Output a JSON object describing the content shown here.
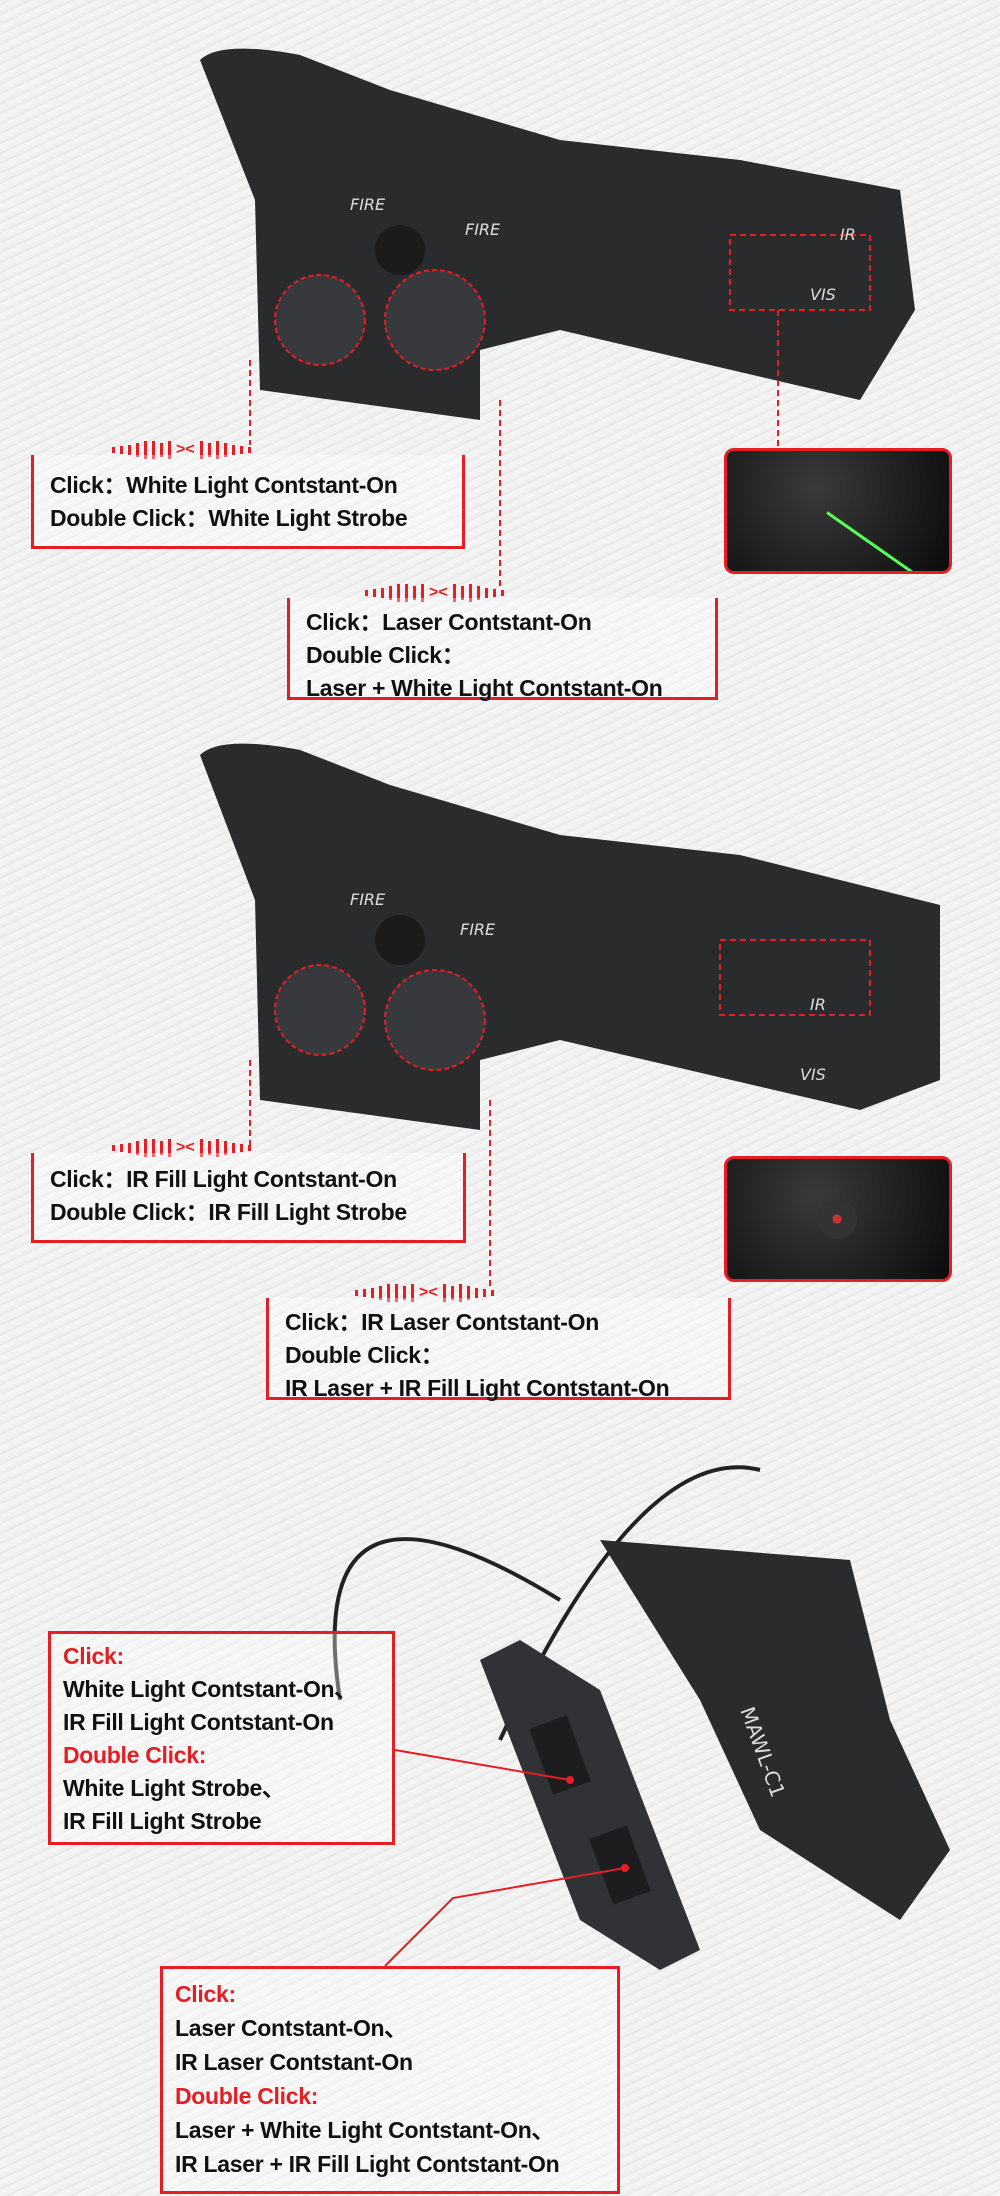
{
  "section1": {
    "device_labels": {
      "fire_left": "FIRE",
      "fire_right": "FIRE",
      "ir": "IR",
      "vis": "VIS"
    },
    "box_left": {
      "lines": [
        "Click：White Light Contstant-On",
        "Double Click：White Light Strobe"
      ]
    },
    "box_right": {
      "lines": [
        "Click：Laser Contstant-On",
        "Double Click：",
        "Laser + White Light Contstant-On"
      ]
    },
    "inset": "green-laser-photo"
  },
  "section2": {
    "device_labels": {
      "fire_left": "FIRE",
      "fire_right": "FIRE",
      "ir": "IR",
      "vis": "VIS"
    },
    "box_left": {
      "lines": [
        "Click：IR Fill Light Contstant-On",
        "Double Click：IR Fill Light Strobe"
      ]
    },
    "box_right": {
      "lines": [
        "Click：IR Laser Contstant-On",
        "Double Click：",
        "IR Laser + IR Fill Light Contstant-On"
      ]
    },
    "inset": "ir-photo"
  },
  "section3": {
    "device_label": "MAWL-C1",
    "box_upper": {
      "click_heading": "Click:",
      "click_lines": [
        "White Light Contstant-On、",
        "IR Fill Light Contstant-On"
      ],
      "double_heading": "Double Click:",
      "double_lines": [
        "White Light Strobe、",
        "IR Fill Light Strobe"
      ]
    },
    "box_lower": {
      "click_heading": "Click:",
      "click_lines": [
        "Laser Contstant-On、",
        "IR Laser Contstant-On"
      ],
      "double_heading": "Double Click:",
      "double_lines": [
        "Laser + White Light Contstant-On、",
        "IR Laser + IR Fill Light Contstant-On"
      ]
    }
  },
  "colors": {
    "accent": "#e31e24",
    "device": "#2a2b2d"
  }
}
